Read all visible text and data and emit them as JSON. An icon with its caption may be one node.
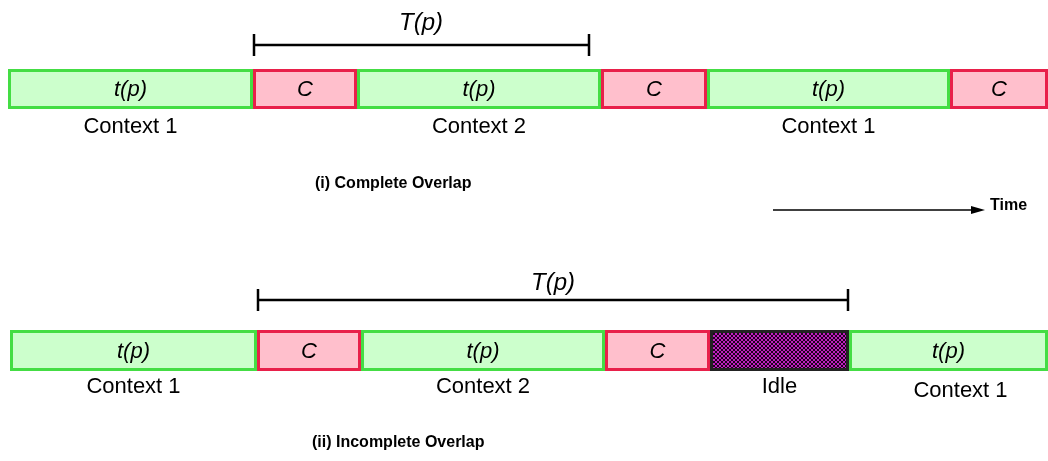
{
  "diagram": {
    "nodes": [
      {
        "text": [
          "t(p)"
        ],
        "beside": [
          "Context 1"
        ]
      },
      {
        "text": [
          "C"
        ]
      },
      {
        "text": [
          "t(p)"
        ],
        "beside": [
          "Context 2"
        ]
      },
      {
        "text": [
          "C"
        ]
      },
      {
        "text": [
          "t(p)"
        ],
        "beside": [
          "Context 1"
        ]
      },
      {
        "text": [
          "C"
        ]
      },
      {
        "text": [
          "t(p)"
        ],
        "beside": [
          "Context 1"
        ]
      },
      {
        "text": [
          "C"
        ]
      },
      {
        "text": [
          "t(p)"
        ],
        "beside": [
          "Context 2"
        ]
      },
      {
        "text": [
          "C"
        ]
      },
      {
        "text": [],
        "shape": "box",
        "beside": [
          "Idle"
        ]
      },
      {
        "text": [
          "t(p)"
        ],
        "beside": [
          "Context 1"
        ]
      }
    ],
    "edges": [],
    "labels": [
      "T(p)",
      "(i) Complete Overlap",
      "Time",
      "T(p)",
      "(ii) Incomplete Overlap"
    ]
  }
}
